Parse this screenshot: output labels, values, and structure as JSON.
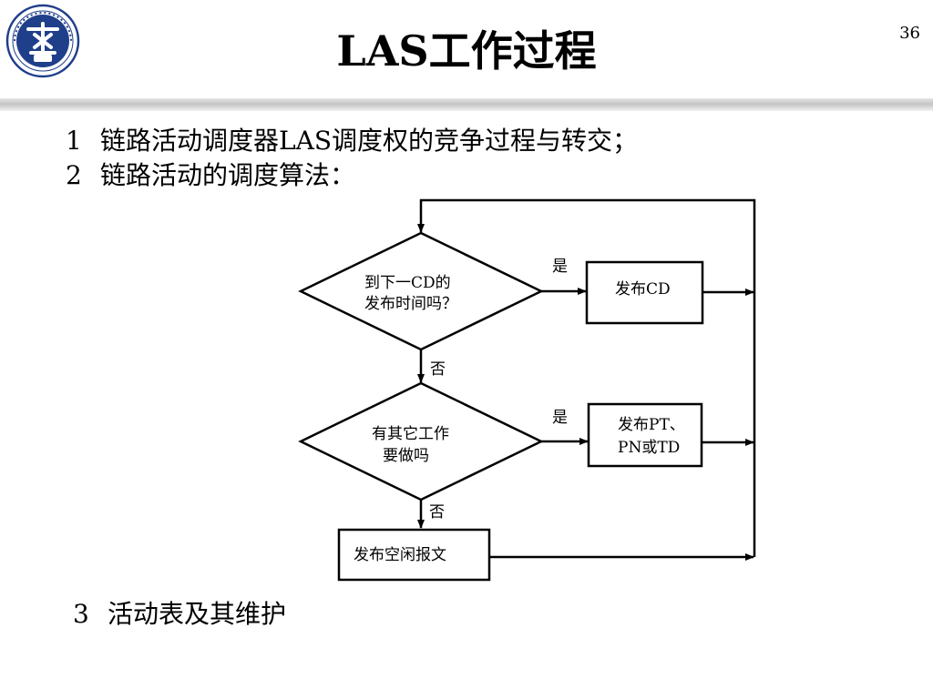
{
  "slide": {
    "title": "LAS工作过程",
    "page_number": "36",
    "logo_icon": "university-seal-icon"
  },
  "items": [
    {
      "num": "1",
      "text": "链路活动调度器LAS调度权的竞争过程与转交；"
    },
    {
      "num": "2",
      "text": "链路活动的调度算法："
    },
    {
      "num": "3",
      "text": "活动表及其维护"
    }
  ],
  "flowchart": {
    "decision1": {
      "line1": "到下一CD的",
      "line2": "发布时间吗？"
    },
    "decision2": {
      "line1": "有其它工作",
      "line2": "要做吗"
    },
    "action1": {
      "text": "发布CD"
    },
    "action2": {
      "line1": "发布PT、",
      "line2": "PN或TD"
    },
    "action3": {
      "text": "发布空闲报文"
    },
    "yes_label": "是",
    "no_label": "否"
  }
}
